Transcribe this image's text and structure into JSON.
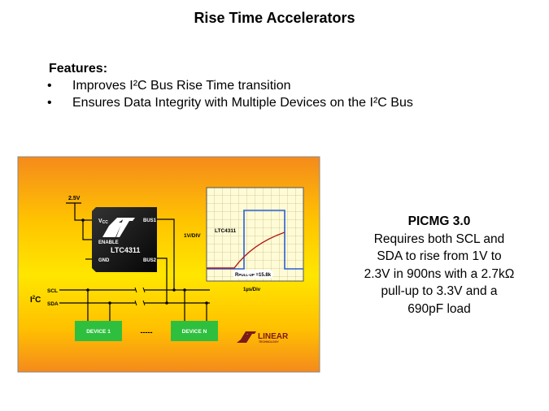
{
  "slide": {
    "title": "Rise Time Accelerators",
    "features_heading": "Features:",
    "bullets": [
      "Improves I²C Bus Rise Time transition",
      "Ensures Data Integrity with Multiple Devices on the I²C Bus"
    ],
    "note": {
      "heading": "PICMG 3.0",
      "lines": [
        "Requires both SCL and",
        "SDA to rise from 1V to",
        "2.3V in 900ns with a 2.7kΩ",
        "pull-up to 3.3V and a",
        "690pF load"
      ]
    }
  },
  "diagram": {
    "supply": "2.5V",
    "chip": {
      "name": "LTC4311",
      "pins": {
        "vcc": "V",
        "vcc_sub": "CC",
        "enable": "ENABLE",
        "gnd": "GND",
        "bus1": "BUS1",
        "bus2": "BUS2"
      }
    },
    "bus": {
      "label": "I",
      "label_sup": "2",
      "label_end": "C",
      "scl": "SCL",
      "sda": "SDA"
    },
    "devices": [
      "DEVICE 1",
      "DEVICE N"
    ],
    "ellipsis": "-----",
    "scope": {
      "y_scale": "1V/DIV",
      "x_scale": "1µs/Div",
      "trace_label": "LTC4311",
      "r_label": "R",
      "r_sub": "PULL-UP",
      "r_value": " =15.8k"
    },
    "logo": {
      "text": "LINEAR",
      "sub": "TECHNOLOGY"
    },
    "colors": {
      "orange": "#f7941d",
      "yellow": "#ffe000",
      "device_green": "#2fbf3f",
      "blue_trace": "#2a5fd8",
      "red_trace": "#b01818",
      "logo": "#7a1a1a"
    }
  }
}
